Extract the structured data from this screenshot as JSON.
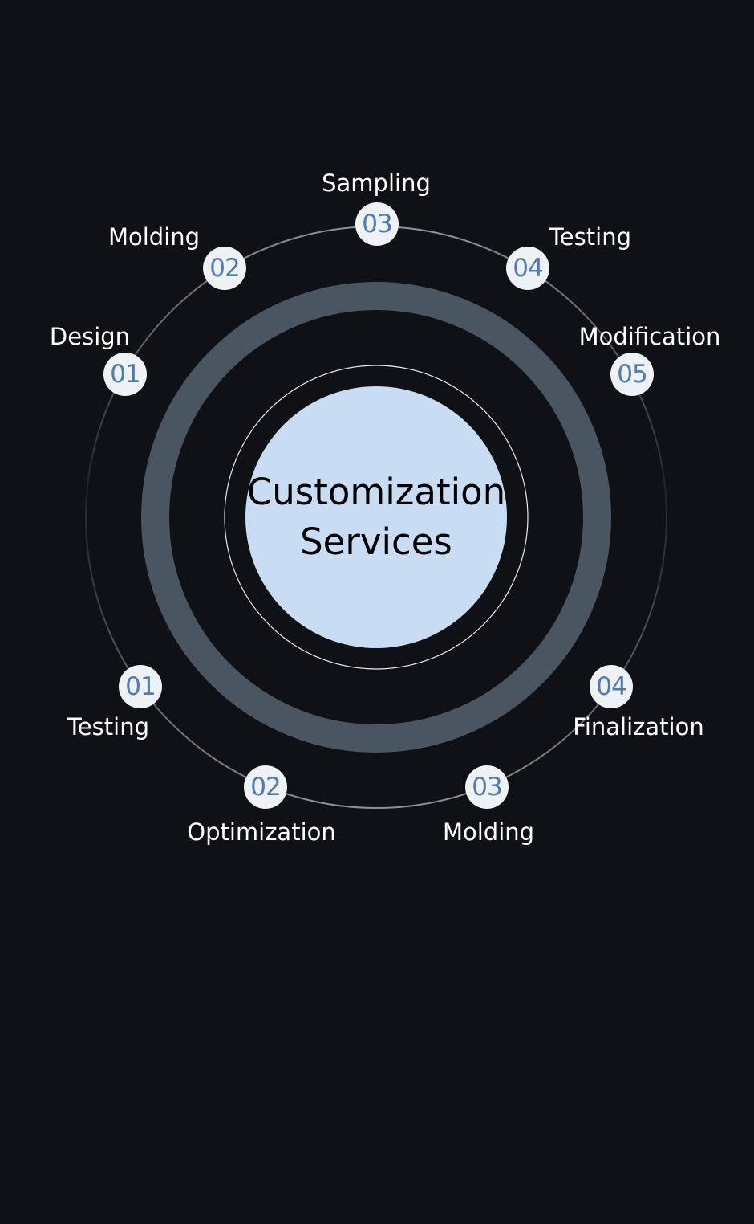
{
  "center": {
    "line1": "Customization",
    "line2": "Services"
  },
  "top_steps": [
    {
      "number": "01",
      "label": "Design"
    },
    {
      "number": "02",
      "label": "Molding"
    },
    {
      "number": "03",
      "label": "Sampling"
    },
    {
      "number": "04",
      "label": "Testing"
    },
    {
      "number": "05",
      "label": "Modification"
    }
  ],
  "bottom_steps": [
    {
      "number": "01",
      "label": "Testing"
    },
    {
      "number": "02",
      "label": "Optimization"
    },
    {
      "number": "03",
      "label": "Molding"
    },
    {
      "number": "04",
      "label": "Finalization"
    }
  ],
  "colors": {
    "background": "#0f1114",
    "ring": "#4a5562",
    "center": "#c8dcf3",
    "badge_text": "#4f7bb0"
  }
}
